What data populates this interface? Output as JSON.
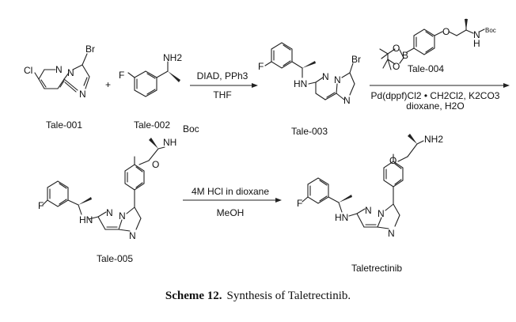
{
  "scheme": {
    "compounds": {
      "tale_001": {
        "label": "Tale-001",
        "atoms": [
          "Cl",
          "N",
          "N",
          "N",
          "Br"
        ]
      },
      "tale_002": {
        "label": "Tale-002",
        "atoms": [
          "F",
          "NH2"
        ]
      },
      "tale_003": {
        "label": "Tale-003",
        "atoms": [
          "F",
          "HN",
          "N",
          "N",
          "N",
          "Br"
        ]
      },
      "tale_004": {
        "label": "Tale-004",
        "atoms": [
          "O",
          "B",
          "O",
          "O",
          "N",
          "H",
          "Boc"
        ]
      },
      "tale_005": {
        "label": "Tale-005",
        "atoms": [
          "F",
          "HN",
          "N",
          "N",
          "N",
          "O",
          "NH",
          "Boc"
        ]
      },
      "taletrectinib": {
        "label": "Taletrectinib",
        "atoms": [
          "F",
          "HN",
          "N",
          "N",
          "N",
          "O",
          "NH2"
        ]
      }
    },
    "plus_sign": "+",
    "steps": [
      {
        "reagents": "DIAD, PPh3",
        "solvent": "THF"
      },
      {
        "reagents": "Pd(dppf)Cl2 • CH2Cl2, K2CO3",
        "solvent": "dioxane, H2O"
      },
      {
        "reagents": "4M HCl in dioxane",
        "solvent": "MeOH"
      }
    ]
  },
  "caption": {
    "label": "Scheme 12.",
    "text": "Synthesis of Taletrectinib."
  }
}
